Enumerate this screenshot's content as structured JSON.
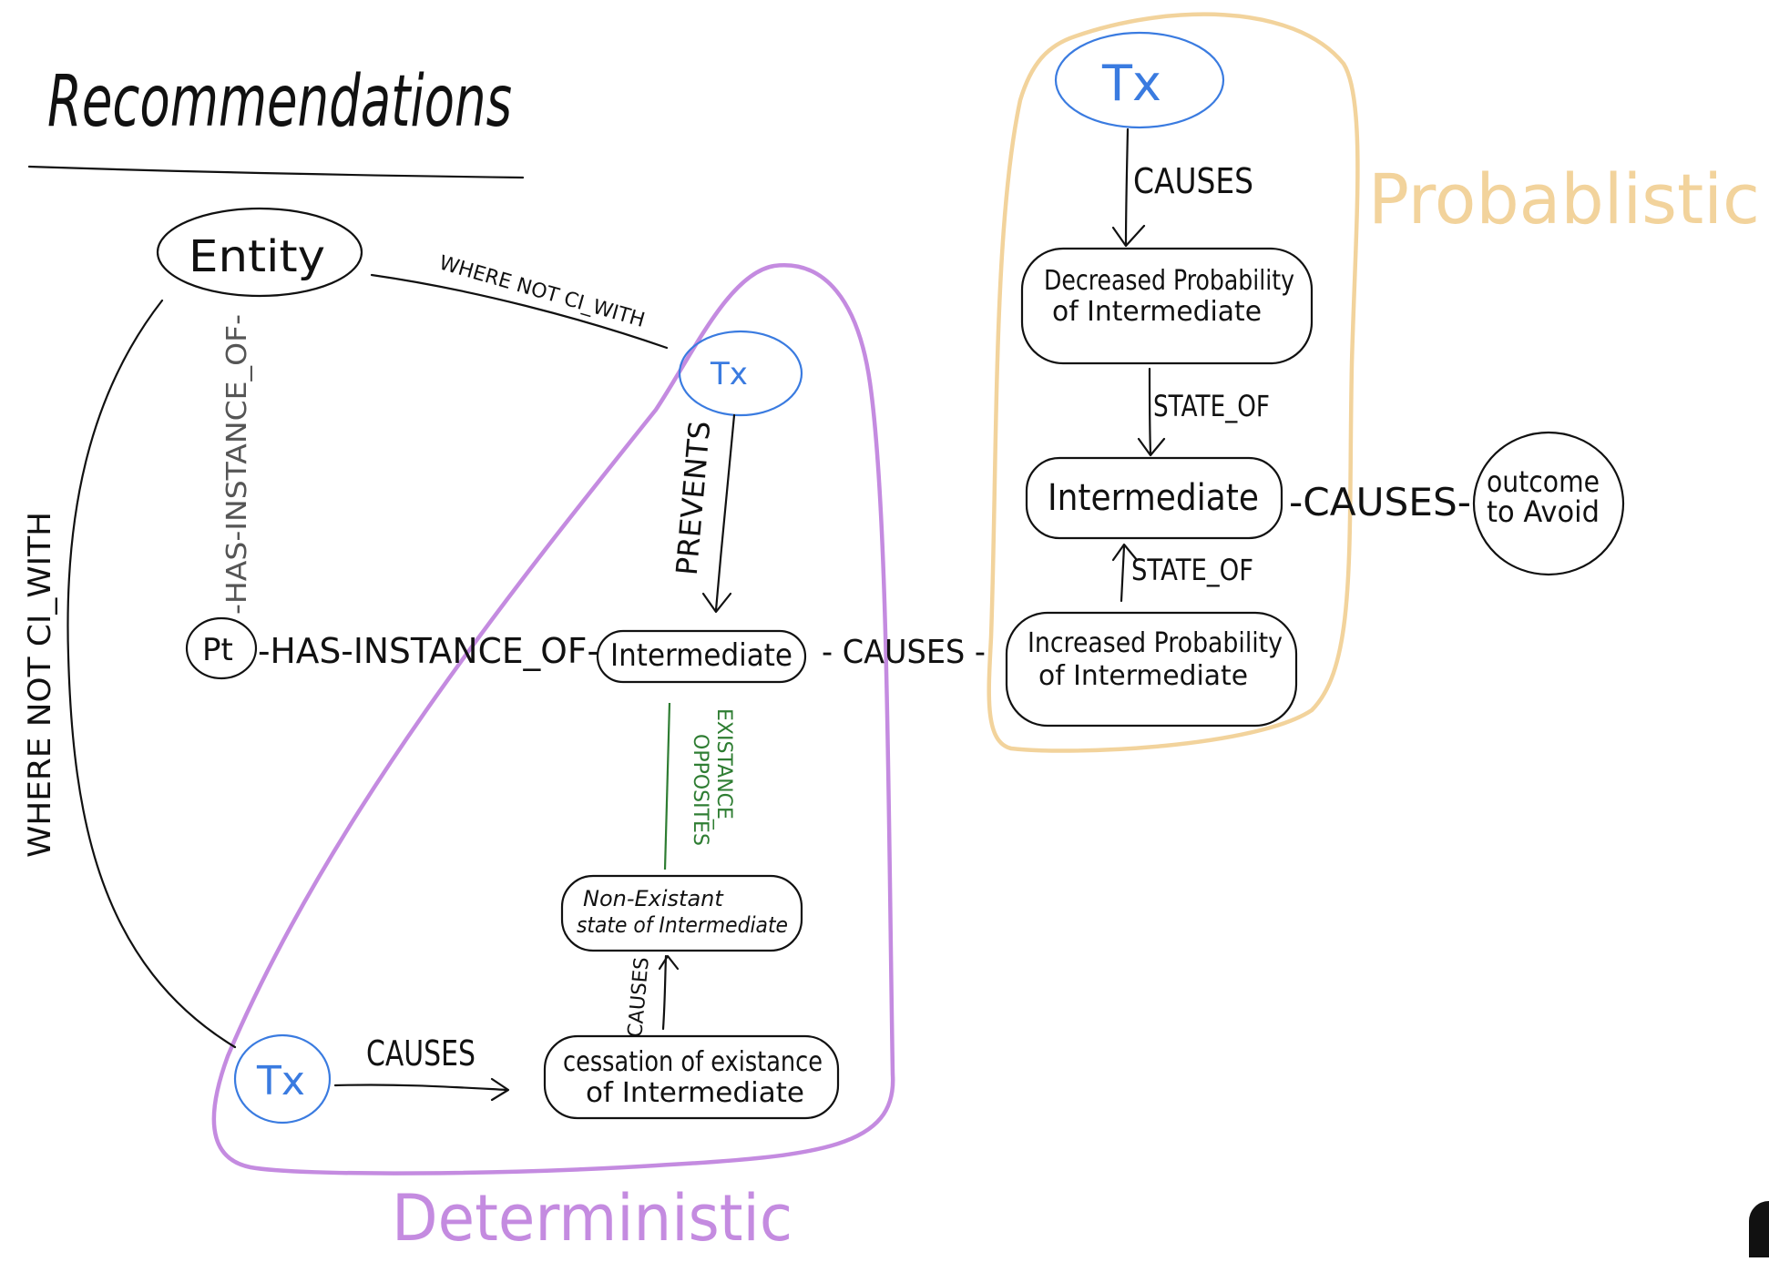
{
  "title": "Recommendations",
  "colors": {
    "ink": "#111111",
    "tx_blue": "#3a7be0",
    "deterministic_purple": "#c48be0",
    "probabilistic_orange": "#f2d39c",
    "opposites_green": "#2e7d32"
  },
  "groups": {
    "deterministic": "Deterministic",
    "probabilistic": "Probablistic"
  },
  "nodes": {
    "entity": "Entity",
    "pt": "Pt",
    "tx_middle": "Tx",
    "intermediate_left": "Intermediate",
    "non_existant_line1": "Non-Existant",
    "non_existant_line2": "state of Intermediate",
    "tx_bottom": "Tx",
    "cessation_line1": "cessation of existance",
    "cessation_line2": "of Intermediate",
    "tx_top": "Tx",
    "decreased_line1": "Decreased Probability",
    "decreased_line2": "of Intermediate",
    "intermediate_right": "Intermediate",
    "increased_line1": "Increased Probability",
    "increased_line2": "of Intermediate",
    "outcome_line1": "outcome",
    "outcome_line2": "to Avoid"
  },
  "edges": {
    "entity_to_tx": "WHERE NOT CI_WITH",
    "pt_has_instance_of_entity": "-HAS-INSTANCE_OF-",
    "entity_to_tx_bottom": "WHERE NOT CI_WITH",
    "pt_to_intermediate": "-HAS-INSTANCE_OF-",
    "tx_prevents": "PREVENTS",
    "intermediate_causes": "- CAUSES -",
    "existance_opposites_line1": "EXISTANCE_",
    "existance_opposites_line2": "OPPOSITES",
    "cessation_causes_nonexistant": "CAUSES",
    "tx_causes_cessation": "CAUSES",
    "tx_top_causes": "CAUSES",
    "decreased_state_of": "STATE_OF",
    "increased_state_of": "STATE_OF",
    "intermediate_causes_outcome": "-CAUSES-"
  }
}
